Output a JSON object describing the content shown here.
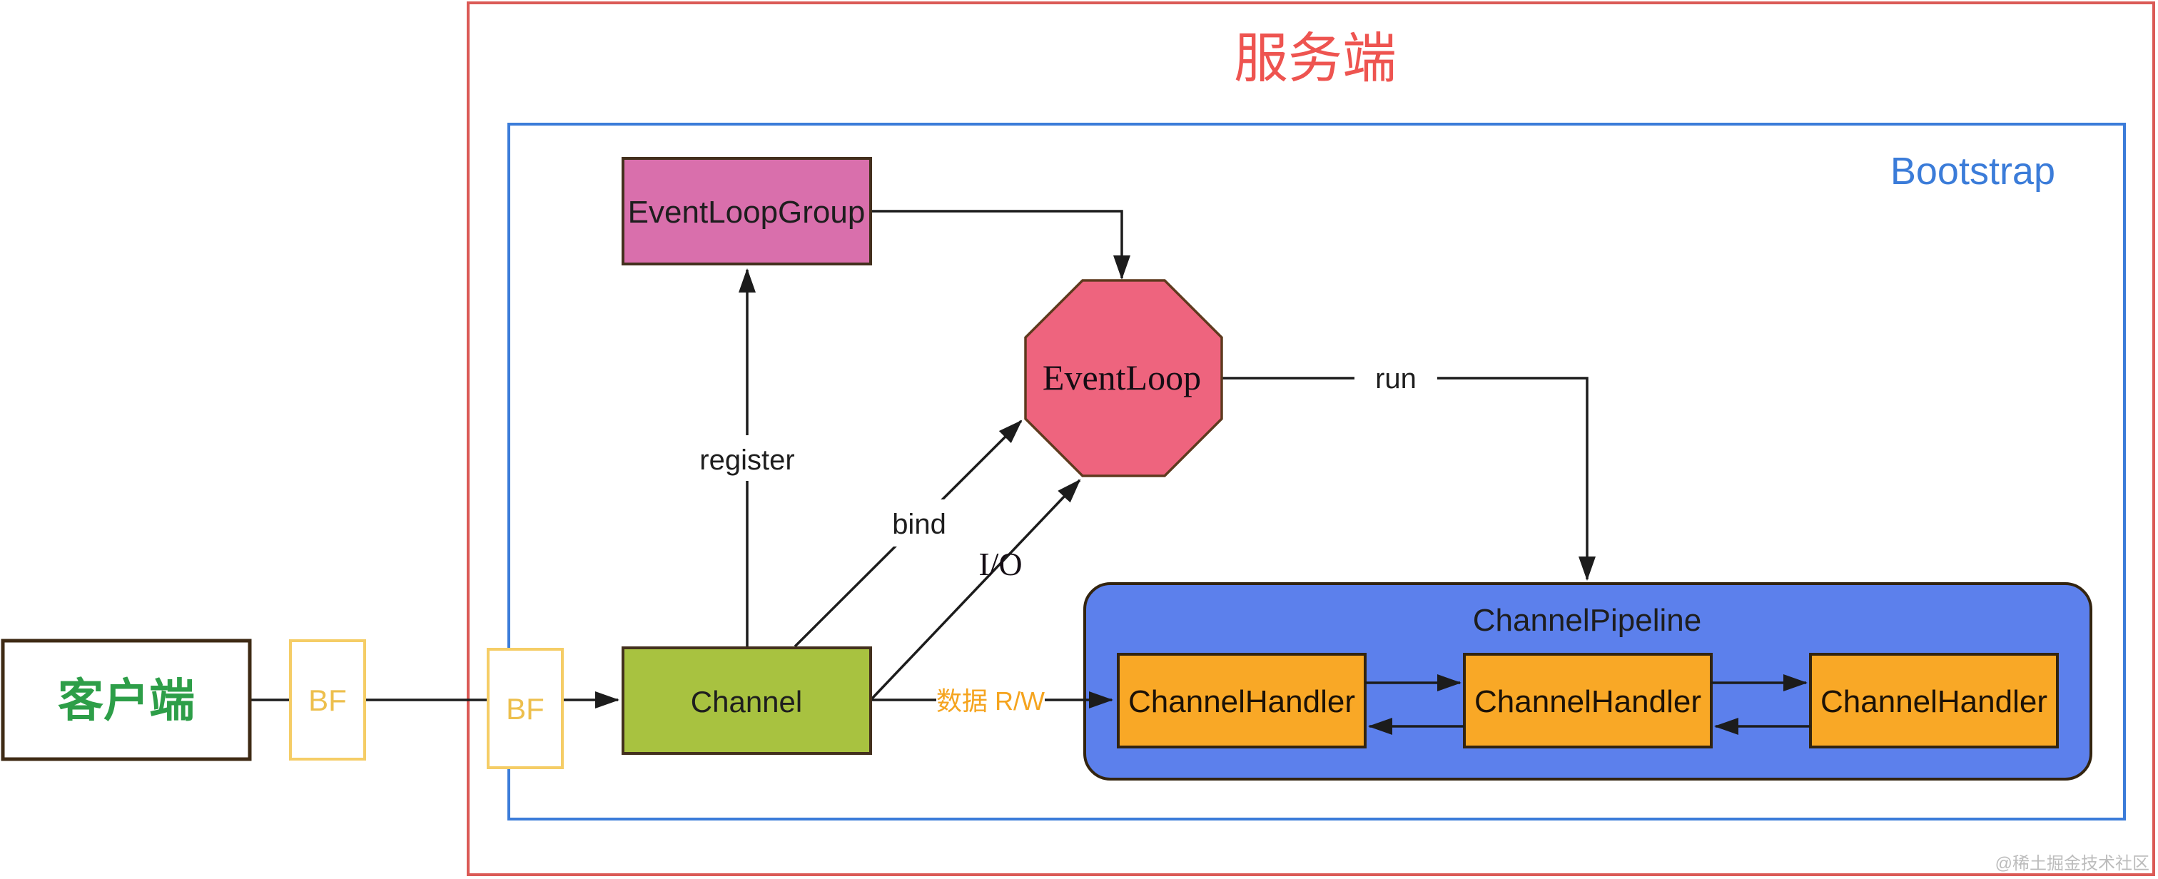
{
  "colors": {
    "server_border": "#DB5A56",
    "server_title": "#EE5450",
    "bootstrap_accent": "#3B7CD9",
    "client_text": "#2D9E48",
    "buffer_border": "#F5CD66",
    "buffer_text": "#EDBF4D",
    "event_loop_group_fill": "#D96FAC",
    "event_loop_fill": "#EE647E",
    "channel_fill": "#A8C240",
    "pipeline_fill": "#5C80EC",
    "handler_fill": "#F9A826",
    "data_rw_text": "#F5A41F",
    "line": "#1C1C1C"
  },
  "regions": {
    "server": {
      "title": "服务端"
    },
    "bootstrap": {
      "label": "Bootstrap"
    }
  },
  "nodes": {
    "client": {
      "label": "客户端"
    },
    "buffers": [
      {
        "label": "BF"
      },
      {
        "label": "BF"
      }
    ],
    "event_loop_group": {
      "label": "EventLoopGroup"
    },
    "event_loop": {
      "label": "EventLoop"
    },
    "channel": {
      "label": "Channel"
    },
    "channel_pipeline": {
      "label": "ChannelPipeline"
    },
    "channel_handlers": [
      {
        "label": "ChannelHandler"
      },
      {
        "label": "ChannelHandler"
      },
      {
        "label": "ChannelHandler"
      }
    ]
  },
  "edges": {
    "register": {
      "label": "register"
    },
    "bind": {
      "label": "bind"
    },
    "io": {
      "label": "I/O"
    },
    "run": {
      "label": "run"
    },
    "data_rw": {
      "label": "数据 R/W"
    }
  },
  "watermark": {
    "label": "@稀土掘金技术社区"
  }
}
